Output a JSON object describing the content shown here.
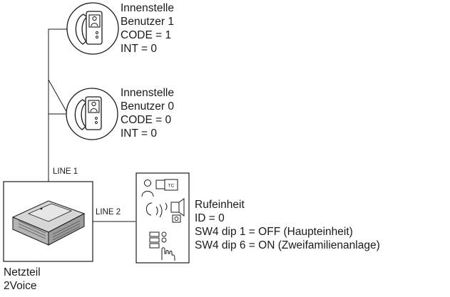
{
  "indoor_station_1": {
    "lines": [
      "Innenstelle",
      "Benutzer 1",
      "CODE = 1",
      "INT = 0"
    ],
    "icon": "video-intercom-handset-icon"
  },
  "indoor_station_0": {
    "lines": [
      "Innenstelle",
      "Benutzer 0",
      "CODE = 0",
      "INT = 0"
    ],
    "icon": "video-intercom-handset-icon"
  },
  "power_supply": {
    "lines": [
      "Netzteil",
      "2Voice"
    ],
    "icon": "din-rail-power-supply-icon"
  },
  "door_station": {
    "lines": [
      "Rufeinheit",
      "ID = 0",
      "SW4 dip 1 = OFF (Haupteinheit)",
      "SW4 dip 6 = ON (Zweifamilienanlage)"
    ],
    "icon": "door-entry-panel-icon",
    "camera_badge": "TC"
  },
  "wiring": {
    "line1_label": "LINE 1",
    "line2_label": "LINE 2"
  },
  "colors": {
    "stroke": "#1a1a1a",
    "module_fill": "#cfcfcf",
    "module_dark": "#9a9a9a",
    "background": "#ffffff"
  }
}
